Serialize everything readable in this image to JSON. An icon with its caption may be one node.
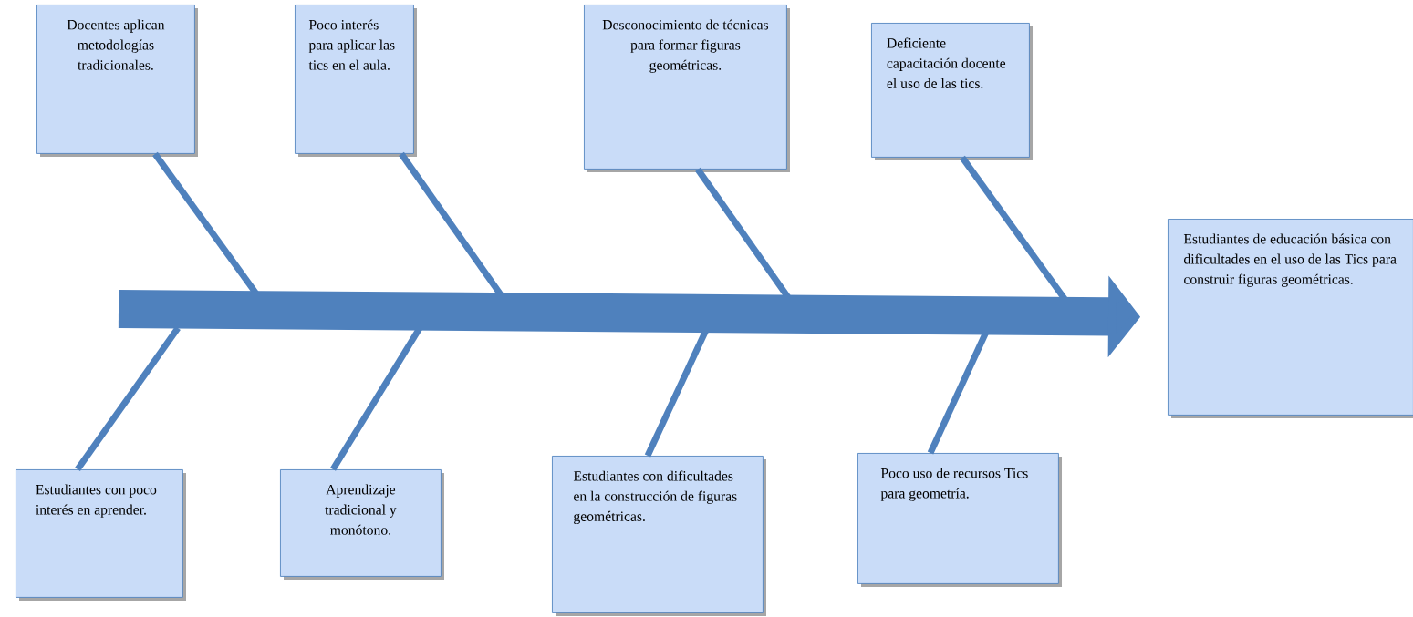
{
  "diagram": {
    "nodes": [
      {
        "text": [
          "Docentes aplican metodologías tradicionales."
        ]
      },
      {
        "text": [
          "Poco interés para aplicar las tics en el aula."
        ]
      },
      {
        "text": [
          "Desconocimiento de técnicas para formar figuras geométricas."
        ]
      },
      {
        "text": [
          "Deficiente capacitación docente el uso de las tics."
        ]
      },
      {
        "text": [
          "Estudiantes con poco interés en aprender."
        ]
      },
      {
        "text": [
          "Aprendizaje tradicional y monótono."
        ]
      },
      {
        "text": [
          "Estudiantes con dificultades en la construcción de figuras geométricas."
        ]
      },
      {
        "text": [
          "Poco uso de recursos Tics para geometría."
        ]
      },
      {
        "text": [
          "Estudiantes de educación básica con dificultades en el uso de las Tics para construir figuras geométricas."
        ]
      }
    ],
    "edges": [
      {
        "from": 0,
        "to": null,
        "arrow": "none"
      },
      {
        "from": 1,
        "to": null,
        "arrow": "none"
      },
      {
        "from": 2,
        "to": null,
        "arrow": "none"
      },
      {
        "from": 3,
        "to": null,
        "arrow": "none"
      },
      {
        "from": 4,
        "to": null,
        "arrow": "none"
      },
      {
        "from": 5,
        "to": null,
        "arrow": "none"
      },
      {
        "from": 6,
        "to": null,
        "arrow": "none"
      },
      {
        "from": 7,
        "to": null,
        "arrow": "none"
      },
      {
        "from": null,
        "to": 8,
        "arrow": "to",
        "style": "thick"
      }
    ]
  }
}
